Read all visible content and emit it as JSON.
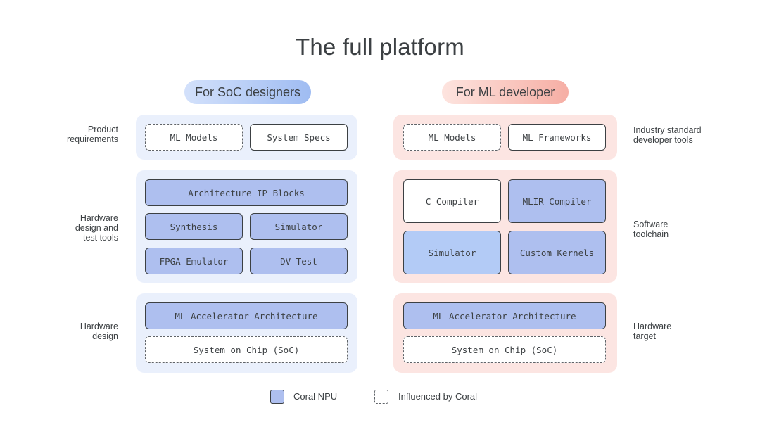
{
  "title": "The full platform",
  "columns": {
    "soc": {
      "header": "For SoC designers"
    },
    "ml": {
      "header": "For ML developer"
    }
  },
  "left_labels": {
    "product": "Product\nrequirements",
    "hw_tools": "Hardware\ndesign and\ntest tools",
    "hw_design": "Hardware\ndesign"
  },
  "right_labels": {
    "dev_tools": "Industry standard\ndeveloper tools",
    "toolchain": "Software\ntoolchain",
    "hw_target": "Hardware\ntarget"
  },
  "soc_boxes": {
    "ml_models": "ML Models",
    "system_specs": "System Specs",
    "arch_ip": "Architecture IP Blocks",
    "synthesis": "Synthesis",
    "simulator": "Simulator",
    "fpga": "FPGA Emulator",
    "dv_test": "DV Test",
    "ml_accel": "ML Accelerator Architecture",
    "soc": "System on Chip (SoC)"
  },
  "ml_boxes": {
    "ml_models": "ML Models",
    "ml_frameworks": "ML Frameworks",
    "c_compiler": "C Compiler",
    "mlir_compiler": "MLIR Compiler",
    "simulator": "Simulator",
    "custom_kernels": "Custom Kernels",
    "ml_accel": "ML Accelerator Architecture",
    "soc": "System on Chip (SoC)"
  },
  "legend": {
    "npu": "Coral NPU",
    "influenced": "Influenced by Coral"
  },
  "colors": {
    "npu_fill": "#aebfef",
    "soc_panel": "#eaf0fc",
    "ml_panel": "#fce5e2"
  }
}
